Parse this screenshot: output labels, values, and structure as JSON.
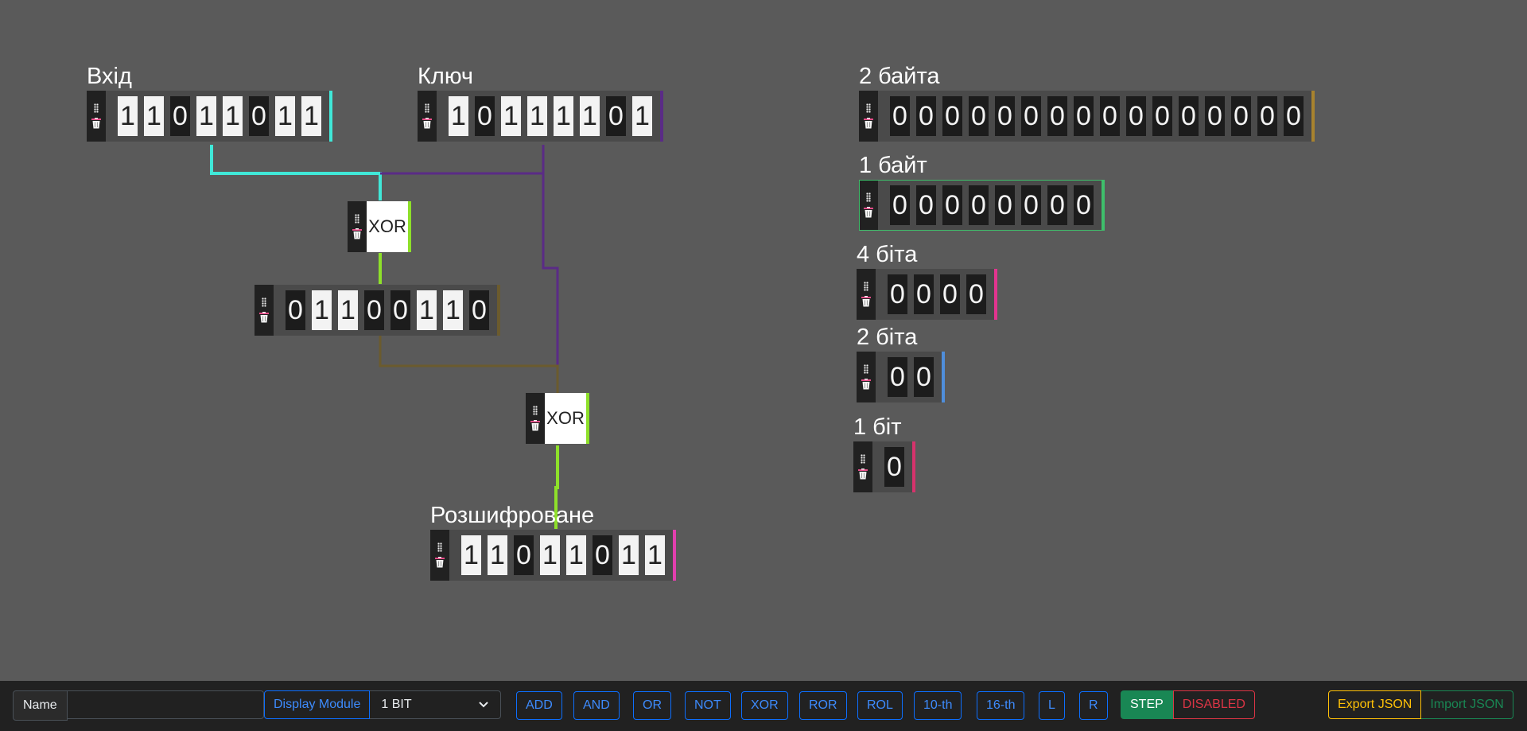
{
  "modules": {
    "input": {
      "title": "Вхід",
      "bits": [
        "1",
        "1",
        "0",
        "1",
        "1",
        "0",
        "1",
        "1"
      ],
      "accent": "#40e8d8"
    },
    "key": {
      "title": "Ключ",
      "bits": [
        "1",
        "0",
        "1",
        "1",
        "1",
        "1",
        "0",
        "1"
      ],
      "accent": "#5a2b86"
    },
    "xor1": {
      "label": "XOR",
      "accent": "#8ee02a"
    },
    "middle": {
      "bits": [
        "0",
        "1",
        "1",
        "0",
        "0",
        "1",
        "1",
        "0"
      ],
      "accent": "#6b5b2e"
    },
    "xor2": {
      "label": "XOR",
      "accent": "#8ee02a"
    },
    "decrypted": {
      "title": "Розшифроване",
      "bits": [
        "1",
        "1",
        "0",
        "1",
        "1",
        "0",
        "1",
        "1"
      ],
      "accent": "#e23fae"
    },
    "two_bytes": {
      "title": "2 байта",
      "bits": [
        "0",
        "0",
        "0",
        "0",
        "0",
        "0",
        "0",
        "0",
        "0",
        "0",
        "0",
        "0",
        "0",
        "0",
        "0",
        "0"
      ],
      "accent": "#a8832e"
    },
    "one_byte": {
      "title": "1 байт",
      "bits": [
        "0",
        "0",
        "0",
        "0",
        "0",
        "0",
        "0",
        "0"
      ],
      "accent": "#3ebf6b"
    },
    "four_bits": {
      "title": "4 біта",
      "bits": [
        "0",
        "0",
        "0",
        "0"
      ],
      "accent": "#e3348f"
    },
    "two_bits": {
      "title": "2 біта",
      "bits": [
        "0",
        "0"
      ],
      "accent": "#4f8edb"
    },
    "one_bit": {
      "title": "1 біт",
      "bits": [
        "0"
      ],
      "accent": "#d6336c"
    }
  },
  "wire_colors": {
    "input": "#40e8d8",
    "key": "#5a2b86",
    "xor": "#8ee02a",
    "middle": "#6b5b2e"
  },
  "icons": {
    "drag": "drag-handle-icon",
    "delete": "trash-icon"
  },
  "toolbar": {
    "name_label": "Name",
    "name_value": "",
    "display_module_label": "Display Module",
    "module_select_value": "1 BIT",
    "op_buttons": [
      "ADD",
      "AND",
      "OR",
      "NOT",
      "XOR",
      "ROR",
      "ROL",
      "10-th",
      "16-th",
      "L",
      "R"
    ],
    "step_label": "STEP",
    "disabled_label": "DISABLED",
    "export_label": "Export JSON",
    "import_label": "Import JSON"
  }
}
